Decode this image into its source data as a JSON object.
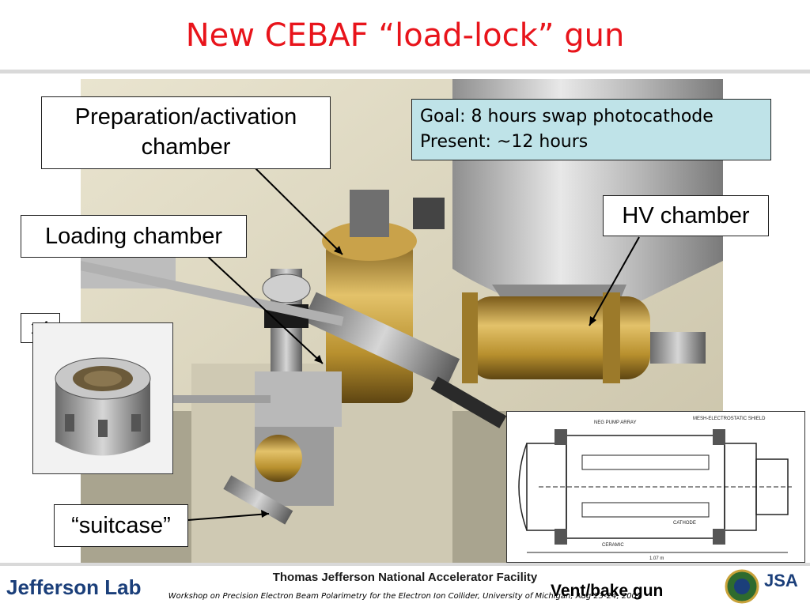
{
  "title": "New CEBAF “load-lock” gun",
  "callouts": {
    "prep": "Preparation/activation chamber",
    "loading": "Loading chamber",
    "x4": "x4",
    "suitcase": "“suitcase”",
    "hv": "HV chamber"
  },
  "goal_box": {
    "line1": "Goal: 8 hours swap photocathode",
    "line2": "Present: ~12 hours"
  },
  "diagram_labels": {
    "neg_pump": "NEG PUMP ARRAY",
    "mesh": "MESH-ELECTROSTATIC SHIELD",
    "ceramic": "CERAMIC",
    "cathode": "CATHODE",
    "length": "1.07 m"
  },
  "footer": {
    "logo_left": "Jefferson Lab",
    "facility": "Thomas Jefferson National Accelerator Facility",
    "workshop": "Workshop on Precision Electron Beam Polarimetry for the Electron Ion Collider, University of Michigan, Aug 23-24, 2007",
    "vent": "Vent/bake gun",
    "logo_right": "JSA"
  },
  "colors": {
    "title": "#e8141b",
    "goal_bg": "#bfe3e8",
    "logo_blue": "#1b3f7a"
  }
}
